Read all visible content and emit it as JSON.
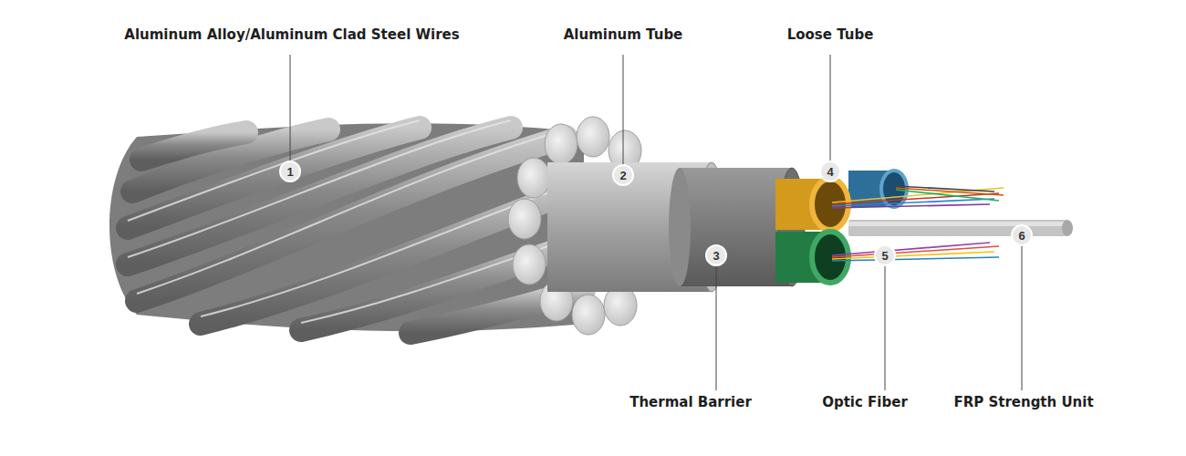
{
  "diagram": {
    "labels": [
      "Aluminum Alloy/Aluminum Clad Steel Wires",
      "Aluminum Tube",
      "Loose Tube",
      "1",
      "2",
      "3",
      "4",
      "5",
      "6",
      "Thermal Barrier",
      "Optic Fiber",
      "FRP Strength Unit"
    ]
  }
}
